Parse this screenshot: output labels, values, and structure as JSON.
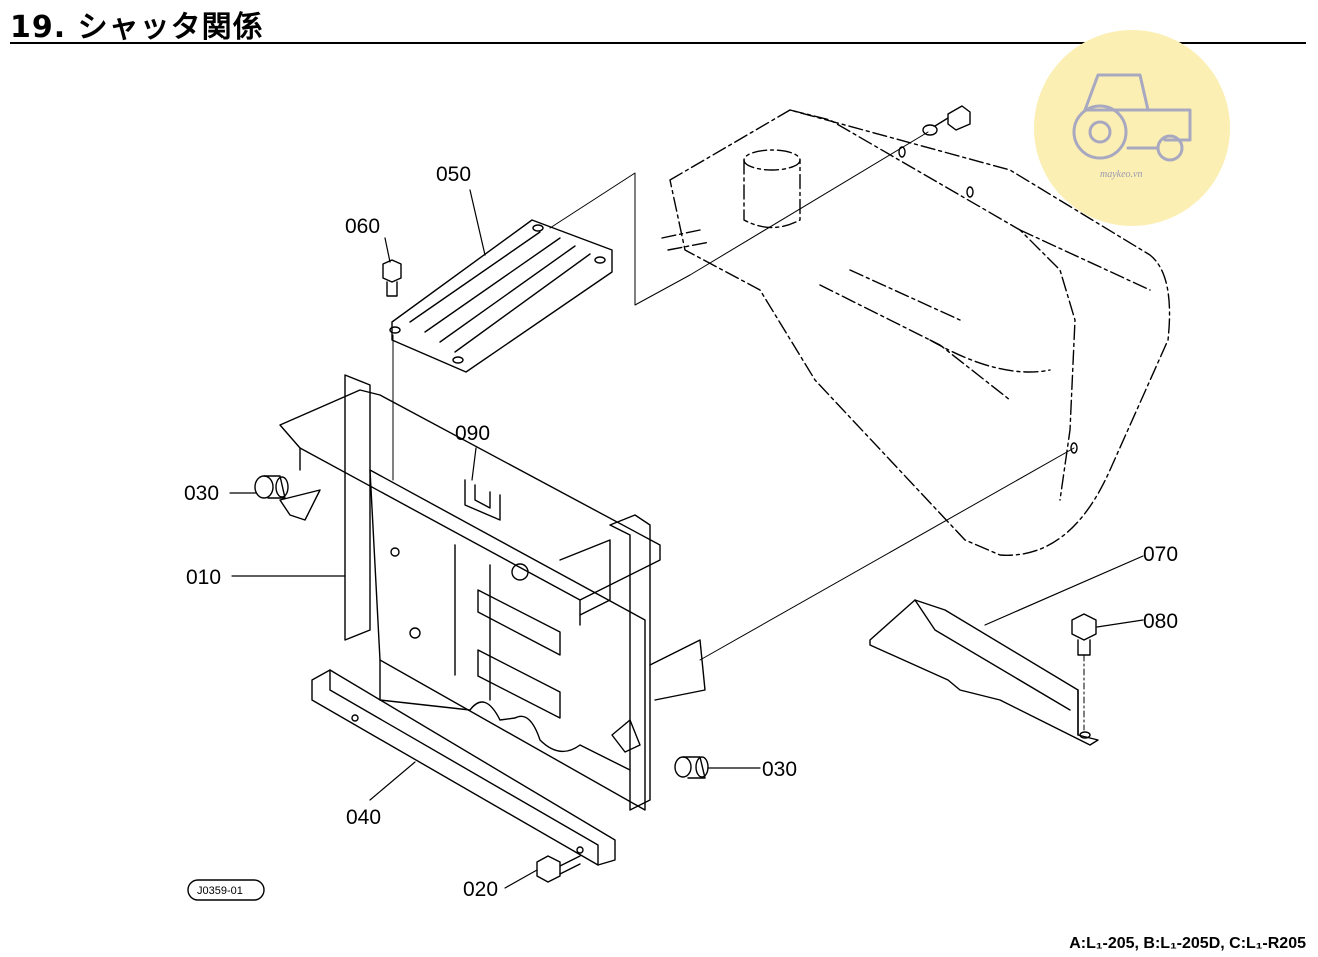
{
  "title": "19. シャッタ関係",
  "figure_code": "J0359-01",
  "watermark_text": "maykeo.vn",
  "footer_models": "A:L₁-205, B:L₁-205D, C:L₁-R205",
  "parts": {
    "p010": "010",
    "p020": "020",
    "p030a": "030",
    "p030b": "030",
    "p040": "040",
    "p050": "050",
    "p060": "060",
    "p070": "070",
    "p080": "080",
    "p090": "090"
  },
  "colors": {
    "line": "#000000",
    "watermark_disc": "#fbefb4",
    "watermark_icon": "#a8a8c0"
  },
  "icons": {
    "watermark": "tractor-icon"
  }
}
